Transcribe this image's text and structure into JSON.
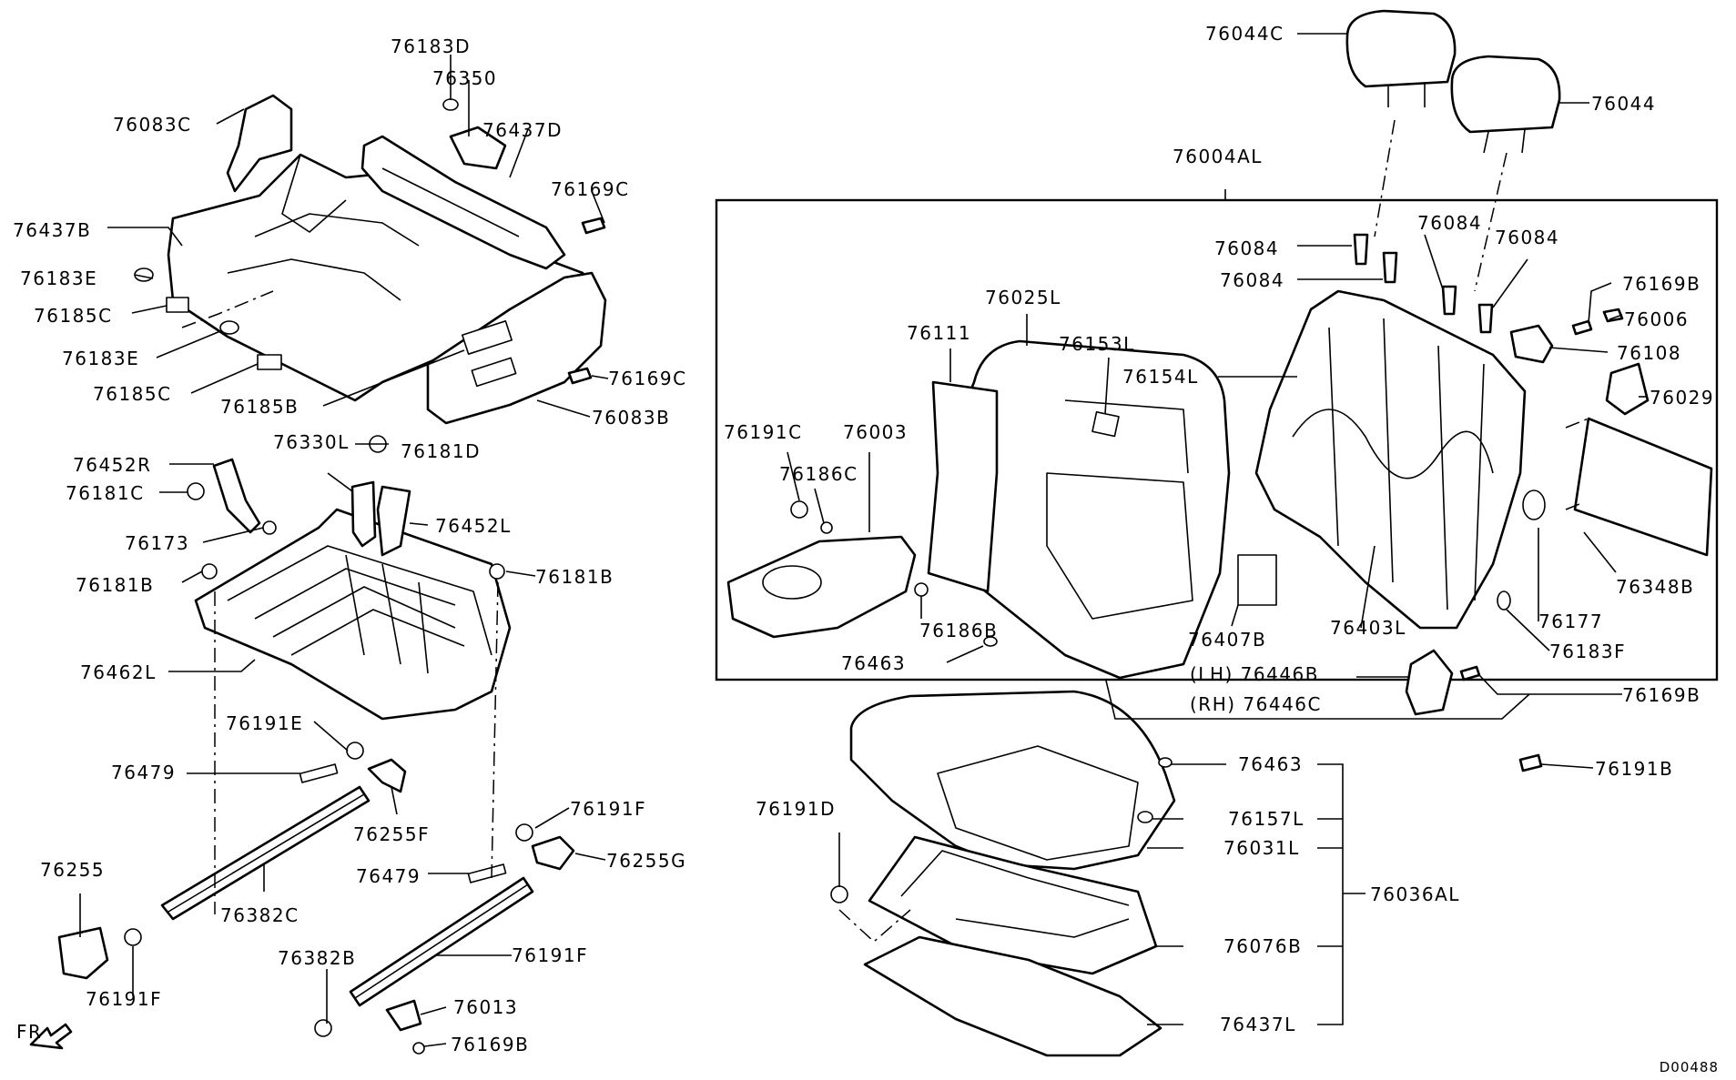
{
  "labels": [
    "76183D",
    "76350",
    "76083C",
    "76437D",
    "76169C",
    "76437B",
    "76183E",
    "76185C",
    "76183E",
    "76169C",
    "76185C",
    "76185B",
    "76083B",
    "76330L",
    "76181D",
    "76452R",
    "76181C",
    "76452L",
    "76173",
    "76181B",
    "76181B",
    "76462L",
    "76191E",
    "76479",
    "76255F",
    "76191F",
    "76255G",
    "76479",
    "76255",
    "76382C",
    "76191F",
    "76382B",
    "76191F",
    "76013",
    "76169B",
    "76044C",
    "76044",
    "76004AL",
    "76084",
    "76084",
    "76084",
    "76084",
    "76169B",
    "76006",
    "76025L",
    "76111",
    "76153L",
    "76154L",
    "76108",
    "76029",
    "76191C",
    "76003",
    "76186C",
    "76348B",
    "76186B",
    "76407B",
    "76403L",
    "76177",
    "76183F",
    "76463",
    "(LH) 76446B",
    "(RH) 76446C",
    "76169B",
    "76191B",
    "76463",
    "76191D",
    "76157L",
    "76031L",
    "76036AL",
    "76076B",
    "76437L"
  ],
  "orientation": {
    "arrow_label": "FR"
  },
  "diagram_code": "D00488"
}
